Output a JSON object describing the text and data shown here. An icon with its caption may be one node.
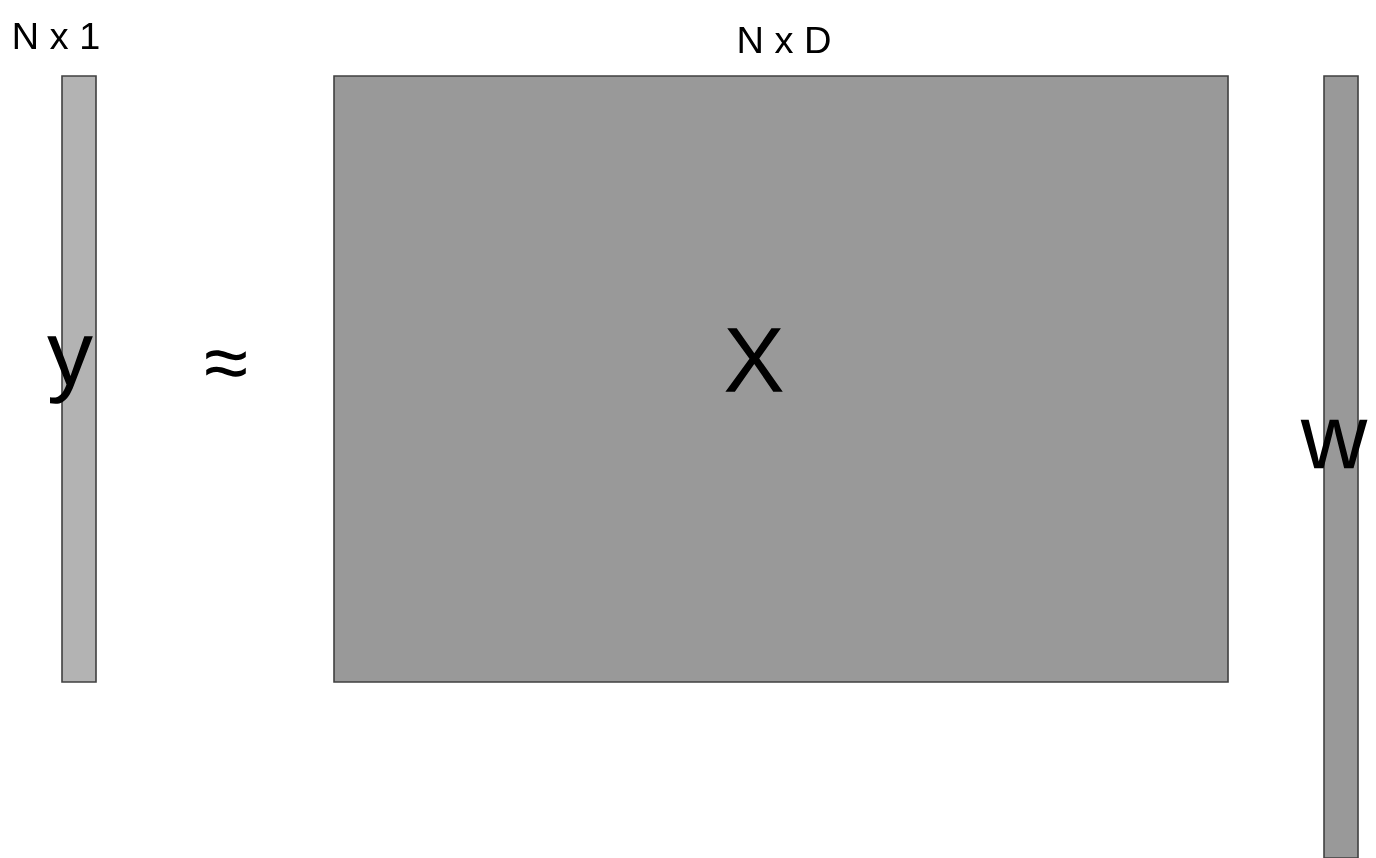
{
  "diagram": {
    "nodes": [
      {
        "text": [
          "y"
        ],
        "beside": [
          "N x 1"
        ]
      },
      {
        "text": [
          "X"
        ],
        "beside": [
          "N x D"
        ]
      },
      {
        "text": [
          "w"
        ]
      }
    ],
    "labels": [
      "≈"
    ]
  }
}
